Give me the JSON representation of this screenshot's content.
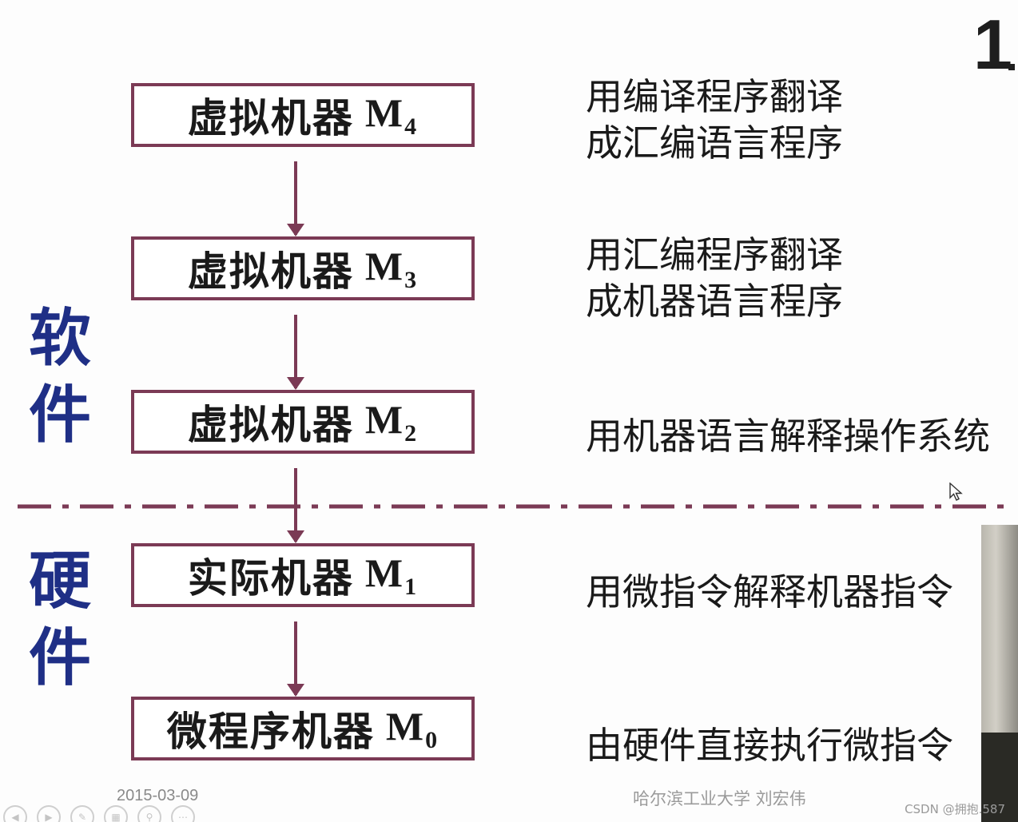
{
  "corner_number": "1",
  "boxes": {
    "m4": {
      "name": "虚拟机器",
      "m": "M",
      "sub": "4"
    },
    "m3": {
      "name": "虚拟机器",
      "m": "M",
      "sub": "3"
    },
    "m2": {
      "name": "虚拟机器",
      "m": "M",
      "sub": "2"
    },
    "m1": {
      "name": "实际机器",
      "m": "M",
      "sub": "1"
    },
    "m0": {
      "name": "微程序机器",
      "m": "M",
      "sub": "0"
    }
  },
  "descriptions": {
    "m4_line1": "用编译程序翻译",
    "m4_line2": "成汇编语言程序",
    "m3_line1": "用汇编程序翻译",
    "m3_line2": "成机器语言程序",
    "m2": "用机器语言解释操作系统",
    "m1": "用微指令解释机器指令",
    "m0": "由硬件直接执行微指令"
  },
  "side_labels": {
    "software": [
      "软",
      "件"
    ],
    "hardware": [
      "硬",
      "件"
    ]
  },
  "footer": {
    "date": "2015-03-09",
    "author": "哈尔滨工业大学  刘宏伟"
  },
  "watermark": "CSDN @拥抱.587",
  "colors": {
    "box_border": "#7b3a55",
    "side_label": "#1f2f86",
    "divider": "#7b3a55"
  }
}
